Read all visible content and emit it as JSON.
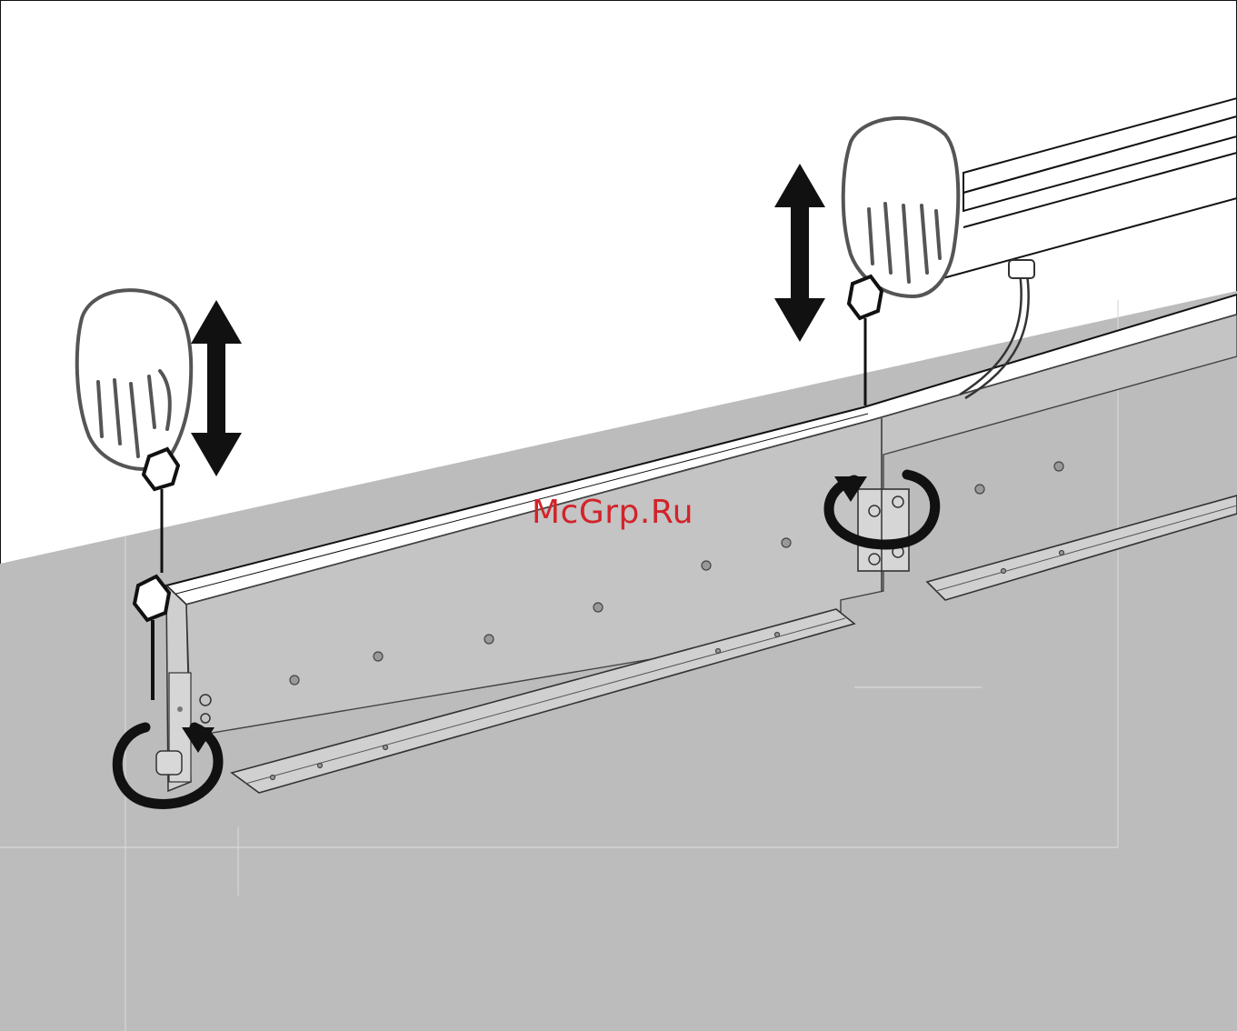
{
  "watermark": {
    "text": "McGrp.Ru",
    "color": "#d2232a"
  },
  "colors": {
    "background": "#ffffff",
    "wall": "#bcbcbc",
    "line": "#111111",
    "panel": "#cfcfcf"
  },
  "hands": [
    {
      "name": "left-hand",
      "motion": "up-down"
    },
    {
      "name": "right-hand",
      "motion": "up-down"
    }
  ],
  "rotation_indicators": [
    {
      "name": "left-rotation-arrow"
    },
    {
      "name": "right-rotation-arrow"
    }
  ]
}
